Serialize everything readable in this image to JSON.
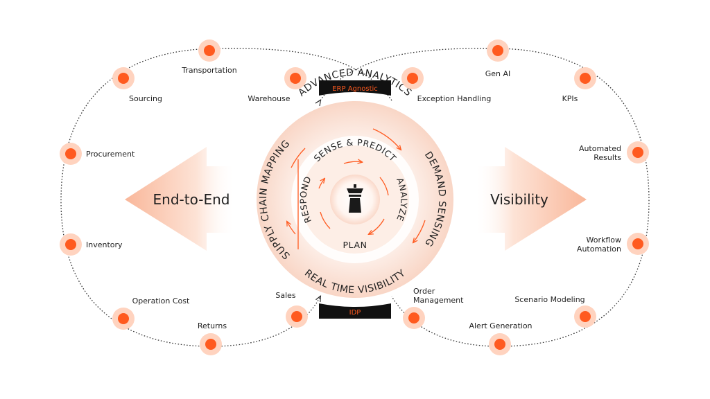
{
  "colors": {
    "accent": "#ff5a1f",
    "accent_glow": "#ffd3bf",
    "pale": "#fdeee6",
    "badge_bg": "#111111",
    "text": "#222222",
    "loop_line": "#333333"
  },
  "left_loop": {
    "nodes": [
      {
        "label": "Transportation"
      },
      {
        "label": "Sourcing"
      },
      {
        "label": "Warehouse"
      },
      {
        "label": "Procurement"
      },
      {
        "label": "Inventory"
      },
      {
        "label": "Operation Cost"
      },
      {
        "label": "Returns"
      },
      {
        "label": "Sales"
      }
    ]
  },
  "right_loop": {
    "nodes": [
      {
        "label": "Gen AI"
      },
      {
        "label": "Exception Handling"
      },
      {
        "label": "KPIs"
      },
      {
        "label": "Automated",
        "label2": "Results"
      },
      {
        "label": "Workflow",
        "label2": "Automation"
      },
      {
        "label": "Scenario Modeling"
      },
      {
        "label": "Order",
        "label2": "Management"
      },
      {
        "label": "Alert Generation"
      }
    ]
  },
  "arrows": {
    "left_label": "End-to-End",
    "right_label": "Visibility"
  },
  "center": {
    "top_badge": "ERP Agnostic",
    "bottom_badge": "IDP",
    "outer_ring": {
      "top": "ADVANCED ANALYTICS",
      "right": "DEMAND SENSING",
      "bottom": "REAL TIME VISIBILITY",
      "left": "SUPPLY CHAIN MAPPING"
    },
    "inner_ring": {
      "top": "SENSE & PREDICT",
      "right": "ANALYZE",
      "bottom": "PLAN",
      "left": "RESPOND"
    },
    "hub_icon": "control-tower-icon"
  }
}
